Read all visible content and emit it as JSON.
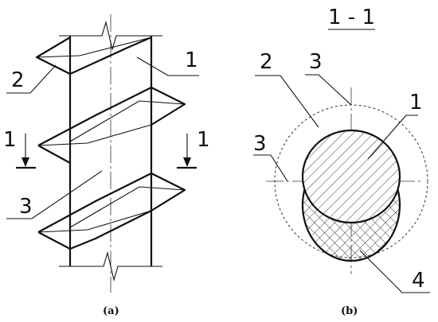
{
  "left_panel": {
    "caption": "(a)",
    "labels": {
      "part_1": "1",
      "part_2": "2",
      "part_3": "3"
    },
    "section_marks": {
      "left": "1",
      "right": "1"
    }
  },
  "right_panel": {
    "title": "1 - 1",
    "caption": "(b)",
    "labels": {
      "part_1": "1",
      "part_2": "2",
      "part_3_top": "3",
      "part_3_left": "3",
      "part_4": "4"
    }
  }
}
